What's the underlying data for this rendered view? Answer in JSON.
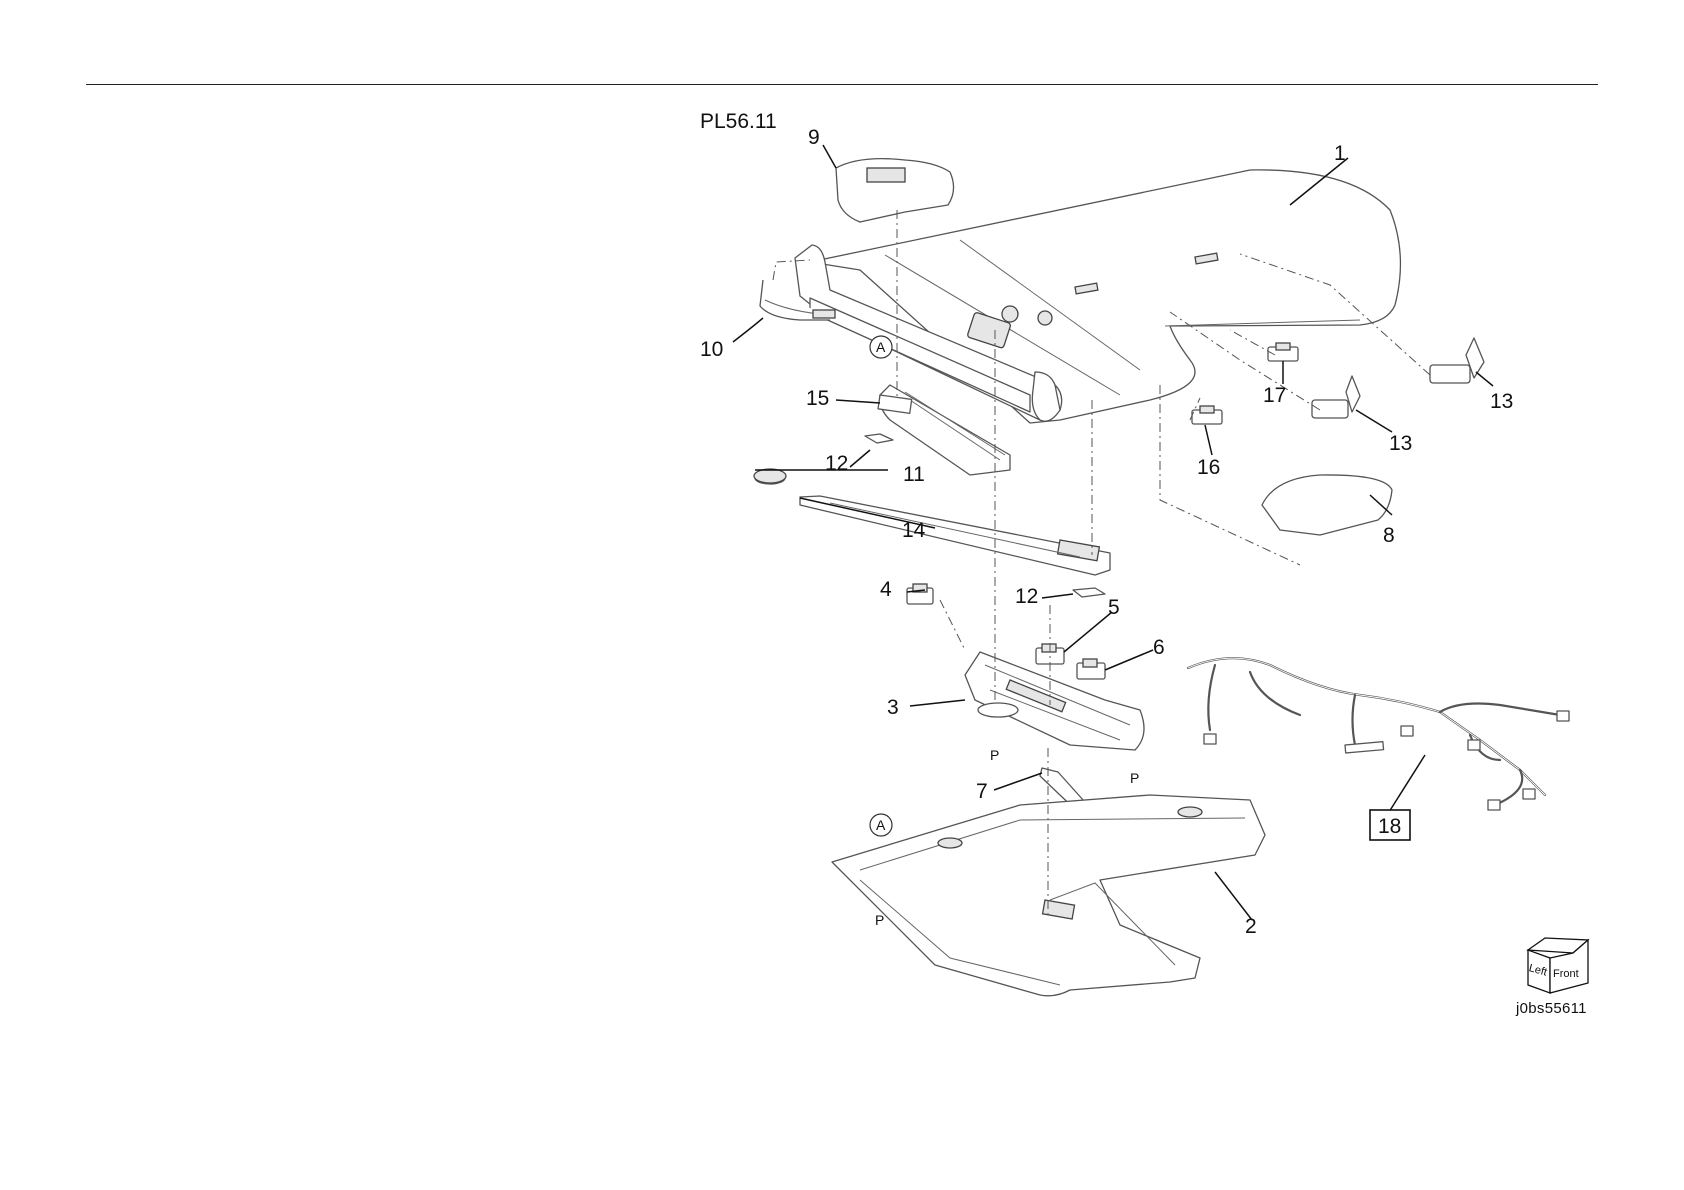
{
  "plate_id": "PL56.11",
  "drawing_code": "j0bs55611",
  "orientation_cube": {
    "left_face": "Left",
    "front_face": "Front"
  },
  "reference_marks": {
    "circle_a": "A",
    "point_p": "P"
  },
  "callouts": [
    {
      "id": "1",
      "label": "1"
    },
    {
      "id": "2",
      "label": "2"
    },
    {
      "id": "3",
      "label": "3"
    },
    {
      "id": "4",
      "label": "4"
    },
    {
      "id": "5",
      "label": "5"
    },
    {
      "id": "6",
      "label": "6"
    },
    {
      "id": "7",
      "label": "7"
    },
    {
      "id": "8",
      "label": "8"
    },
    {
      "id": "9",
      "label": "9"
    },
    {
      "id": "10",
      "label": "10"
    },
    {
      "id": "11",
      "label": "11"
    },
    {
      "id": "12a",
      "label": "12"
    },
    {
      "id": "12b",
      "label": "12"
    },
    {
      "id": "13a",
      "label": "13"
    },
    {
      "id": "13b",
      "label": "13"
    },
    {
      "id": "14",
      "label": "14"
    },
    {
      "id": "15",
      "label": "15"
    },
    {
      "id": "16",
      "label": "16"
    },
    {
      "id": "17",
      "label": "17"
    },
    {
      "id": "18",
      "label": "18",
      "boxed": true
    }
  ]
}
